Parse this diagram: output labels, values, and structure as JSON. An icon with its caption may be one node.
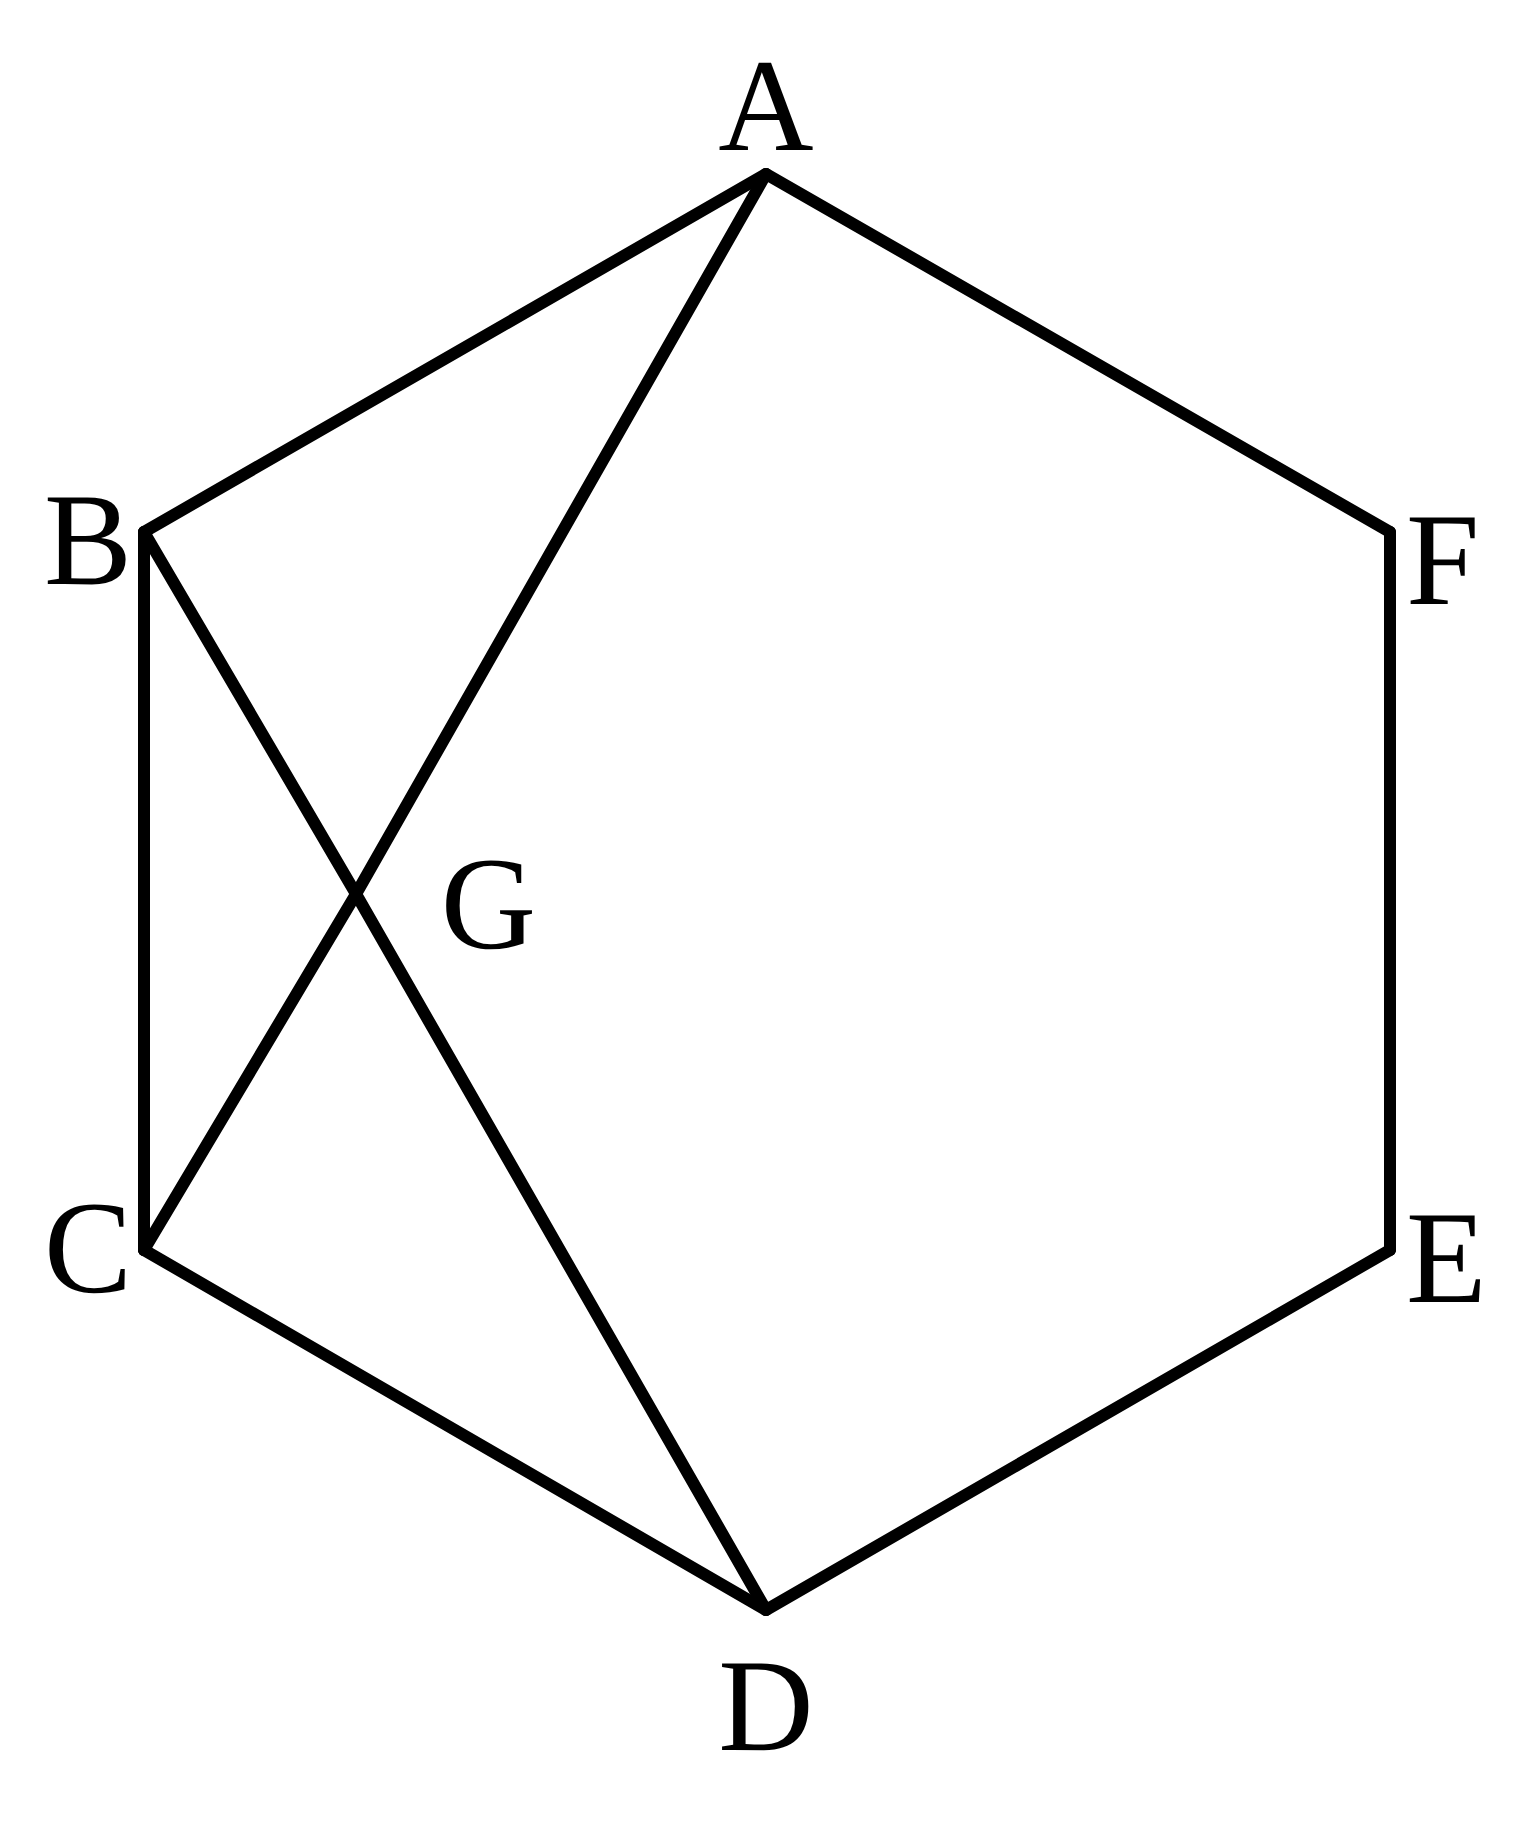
{
  "diagram": {
    "nodes": [
      {
        "text": [
          "A"
        ]
      },
      {
        "text": [
          "B"
        ]
      },
      {
        "text": [
          "C"
        ]
      },
      {
        "text": [
          "D"
        ]
      },
      {
        "text": [
          "E"
        ]
      },
      {
        "text": [
          "F"
        ]
      },
      {
        "text": [
          "G"
        ]
      }
    ],
    "edges": [
      {
        "from": 0,
        "to": 1,
        "arrow": "none"
      },
      {
        "from": 1,
        "to": 2,
        "arrow": "none"
      },
      {
        "from": 2,
        "to": 3,
        "arrow": "none"
      },
      {
        "from": 3,
        "to": 4,
        "arrow": "none"
      },
      {
        "from": 4,
        "to": 5,
        "arrow": "none"
      },
      {
        "from": 5,
        "to": 0,
        "arrow": "none"
      },
      {
        "from": 0,
        "to": 6,
        "arrow": "none"
      },
      {
        "from": 6,
        "to": 2,
        "arrow": "none"
      },
      {
        "from": 1,
        "to": 6,
        "arrow": "none"
      },
      {
        "from": 6,
        "to": 3,
        "arrow": "none"
      }
    ]
  }
}
